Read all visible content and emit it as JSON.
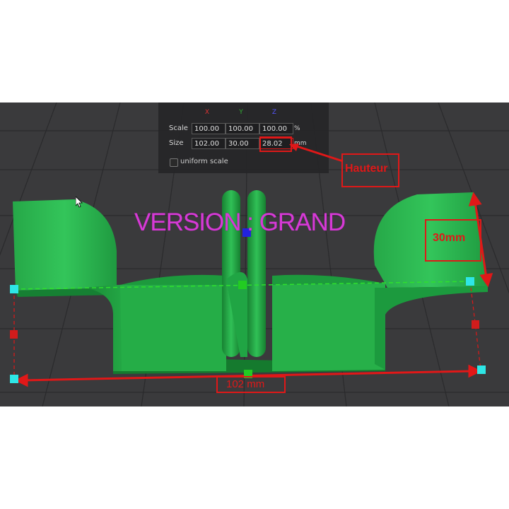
{
  "transform_panel": {
    "axes": [
      "X",
      "Y",
      "Z"
    ],
    "scale_label": "Scale",
    "scale_values": [
      "100.00",
      "100.00",
      "100.00"
    ],
    "scale_unit": "%",
    "size_label": "Size",
    "size_values": [
      "102.00",
      "30.00",
      "28.02"
    ],
    "size_unit": "mm",
    "uniform_scale_label": "uniform scale",
    "uniform_scale_checked": false
  },
  "annotations": {
    "height_label": "Hauteur",
    "depth_label": "30mm",
    "width_label": "102 mm",
    "version_text": "VERSION : GRAND"
  },
  "colors": {
    "viewport_bg": "#3a3a3c",
    "model_green": "#22b04a",
    "annotation_red": "#e01818",
    "version_magenta": "#d63ad6",
    "handle_cyan": "#2ee6e6"
  }
}
